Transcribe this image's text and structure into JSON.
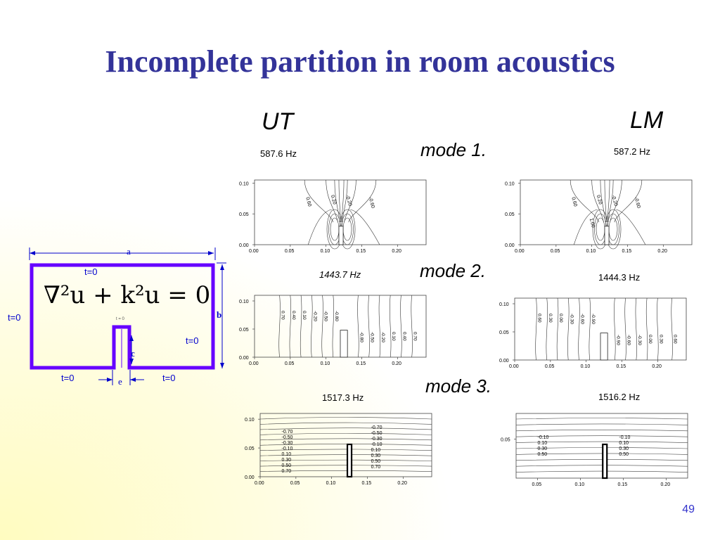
{
  "slide": {
    "title": "Incomplete partition in room acoustics",
    "page_number": "49",
    "colors": {
      "title": "#333399",
      "diagram_frame": "#6600ff",
      "diagram_text": "#0000cc"
    }
  },
  "headers": {
    "ut": "UT",
    "lm": "LM"
  },
  "modes": [
    {
      "label": "mode 1.",
      "ut_freq": "587.6 Hz",
      "lm_freq": "587.2 Hz"
    },
    {
      "label": "mode 2.",
      "ut_freq": "1443.7 Hz",
      "lm_freq": "1444.3 Hz"
    },
    {
      "label": "mode 3.",
      "ut_freq": "1517.3 Hz",
      "lm_freq": "1516.2 Hz"
    }
  ],
  "diagram": {
    "equation": "∇²u + k²u = 0",
    "a": "a",
    "b": "b",
    "c": "c",
    "e": "e",
    "t0": "t=0",
    "t0_small": "t = 0"
  },
  "chart_data": [
    {
      "type": "contour",
      "panel": "mode1-UT",
      "xticks": [
        "0.00",
        "0.05",
        "0.10",
        "0.15",
        "0.20"
      ],
      "yticks": [
        "0.00",
        "0.05",
        "0.10"
      ],
      "contour_labels": [
        "0.60",
        "0.20",
        "-0.20",
        "-0.60"
      ]
    },
    {
      "type": "contour",
      "panel": "mode1-LM",
      "xticks": [
        "0.00",
        "0.05",
        "0.10",
        "0.15",
        "0.20"
      ],
      "yticks": [
        "0.00",
        "0.05",
        "0.10"
      ],
      "contour_labels": [
        "0.60",
        "0.20",
        "-0.20",
        "-0.60",
        "1.00"
      ]
    },
    {
      "type": "contour",
      "panel": "mode2-UT",
      "xticks": [
        "0.00",
        "0.05",
        "0.10",
        "0.15",
        "0.20"
      ],
      "yticks": [
        "0.00",
        "0.05",
        "0.10"
      ],
      "contour_labels": [
        "0.70",
        "0.40",
        "0.10",
        "-0.20",
        "-0.50",
        "-0.80",
        "-0.80",
        "-0.50",
        "-0.20",
        "0.10",
        "0.40",
        "0.70"
      ]
    },
    {
      "type": "contour",
      "panel": "mode2-LM",
      "xticks": [
        "0.00",
        "0.05",
        "0.10",
        "0.15",
        "0.20"
      ],
      "yticks": [
        "0.00",
        "0.05",
        "0.10"
      ],
      "contour_labels": [
        "0.60",
        "0.30",
        "0.00",
        "-0.30",
        "-0.60",
        "-0.90",
        "-0.90",
        "-0.60",
        "-0.30",
        "0.00",
        "0.30",
        "0.60"
      ]
    },
    {
      "type": "contour",
      "panel": "mode3-UT",
      "xticks": [
        "0.00",
        "0.05",
        "0.10",
        "0.15",
        "0.20"
      ],
      "yticks": [
        "0.00",
        "0.05",
        "0.10"
      ],
      "contour_labels_left": [
        "-0.70",
        "-0.50",
        "-0.30",
        "-0.10",
        "0.10",
        "0.30",
        "0.50",
        "0.70"
      ],
      "contour_labels_right": [
        "-0.70",
        "-0.50",
        "-0.30",
        "-0.10",
        "0.10",
        "0.30",
        "0.50",
        "0.70"
      ]
    },
    {
      "type": "contour",
      "panel": "mode3-LM",
      "xticks": [
        "0.05",
        "0.10",
        "0.15",
        "0.20"
      ],
      "yticks": [
        "0.05"
      ],
      "contour_labels_left": [
        "-0.10",
        "0.10",
        "0.30",
        "0.50"
      ],
      "contour_labels_right": [
        "-0.10",
        "0.10",
        "0.30",
        "0.50"
      ]
    }
  ]
}
